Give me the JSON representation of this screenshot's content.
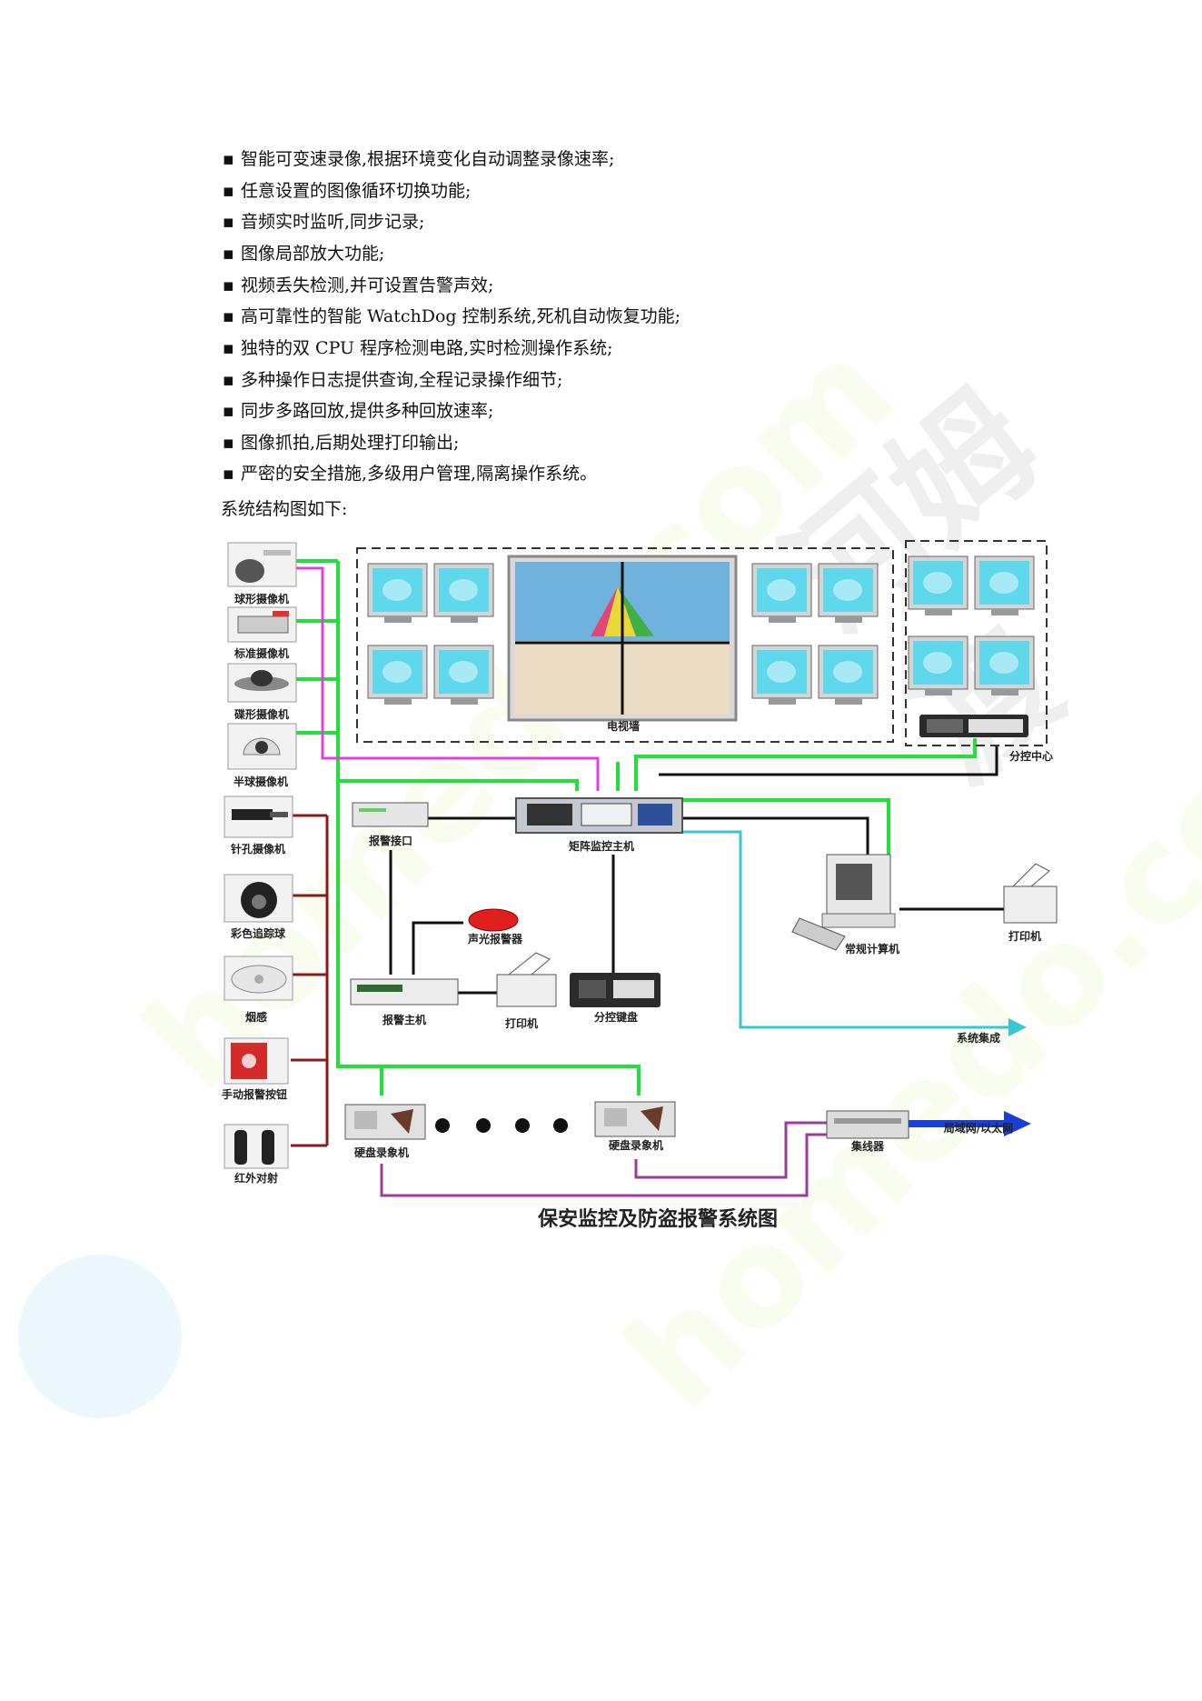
{
  "bullets": [
    "智能可变速录像,根据环境变化自动调整录像速率;",
    "任意设置的图像循环切换功能;",
    "音频实时监听,同步记录;",
    "图像局部放大功能;",
    "视频丢失检测,并可设置告警声效;",
    "高可靠性的智能 WatchDog 控制系统,死机自动恢复功能;",
    "独特的双 CPU 程序检测电路,实时检测操作系统;",
    "多种操作日志提供查询,全程记录操作细节;",
    "同步多路回放,提供多种回放速率;",
    "图像抓拍,后期处理打印输出;",
    "严密的安全措施,多级用户管理,隔离操作系统。"
  ],
  "bullet_symbol": "▪",
  "intro": "系统结构图如下:",
  "diagram": {
    "title": "保安监控及防盗报警系统图",
    "cameras": [
      "球形摄像机",
      "标准摄像机",
      "碟形摄像机",
      "半球摄像机"
    ],
    "sensors": [
      "针孔摄像机",
      "彩色追踪球",
      "烟感",
      "手动报警按钮",
      "红外对射"
    ],
    "tv_wall": "电视墙",
    "sub_control": "分控中心",
    "matrix": "矩阵监控主机",
    "alarm_interface": "报警接口",
    "sound_light_alarm": "声光报警器",
    "alarm_host": "报警主机",
    "printer": "打印机",
    "keyboard": "分控键盘",
    "pc": "常规计算机",
    "integration": "系统集成",
    "dvr_left": "硬盘录象机",
    "dvr_right": "硬盘录象机",
    "hub": "集线器",
    "lan": "局域网/以太网"
  },
  "watermark": {
    "text_a": "homedo.com",
    "text_b": "河姆渡"
  },
  "colors": {
    "green": "#22e03a",
    "magenta": "#e040e0",
    "darkred": "#8b1a1a",
    "black": "#111111",
    "cyan": "#38c8d4",
    "purple": "#9b3b9b",
    "blue": "#1a3fd6",
    "monitor": "#5fd8ec"
  }
}
